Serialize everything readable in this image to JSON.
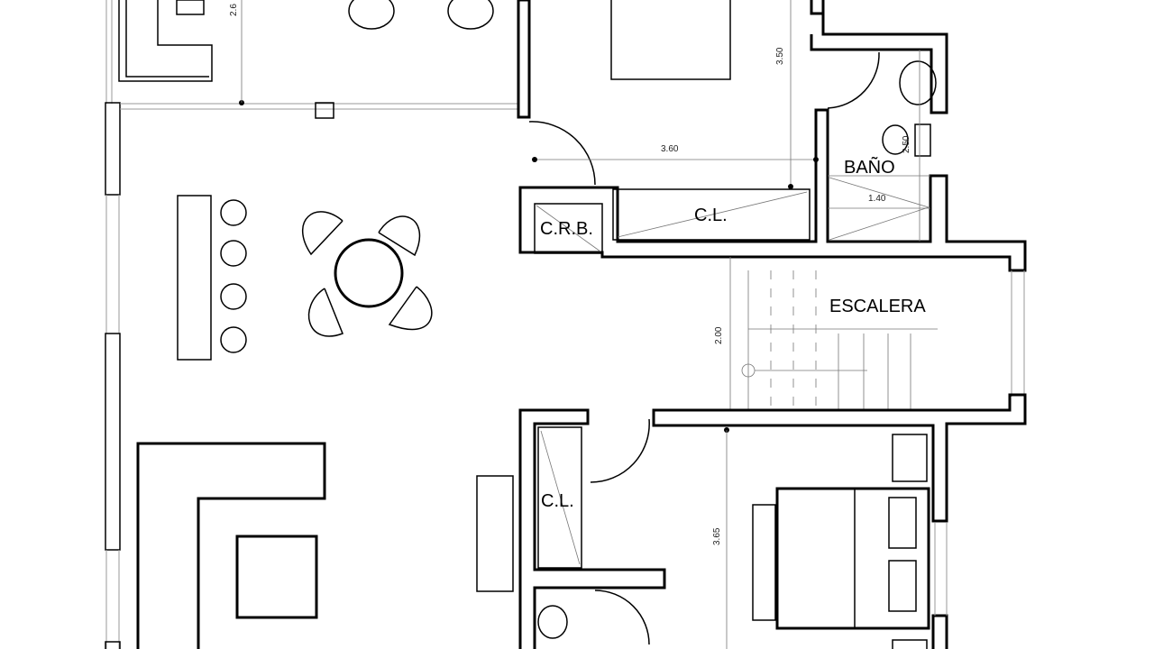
{
  "plan": {
    "rooms": {
      "bathroom": "BAÑO",
      "crb": "C.R.B.",
      "closet_top": "C.L.",
      "stairs": "ESCALERA",
      "closet_bottom": "C.L."
    },
    "dimensions": {
      "top_left_vertical": "2.6",
      "bedroom_vertical": "3.50",
      "hall_horizontal": "3.60",
      "bath_vertical": "2.50",
      "bath_horizontal": "1.40",
      "stairs_vertical": "2.00",
      "bedroom2_vertical": "3.65"
    }
  }
}
